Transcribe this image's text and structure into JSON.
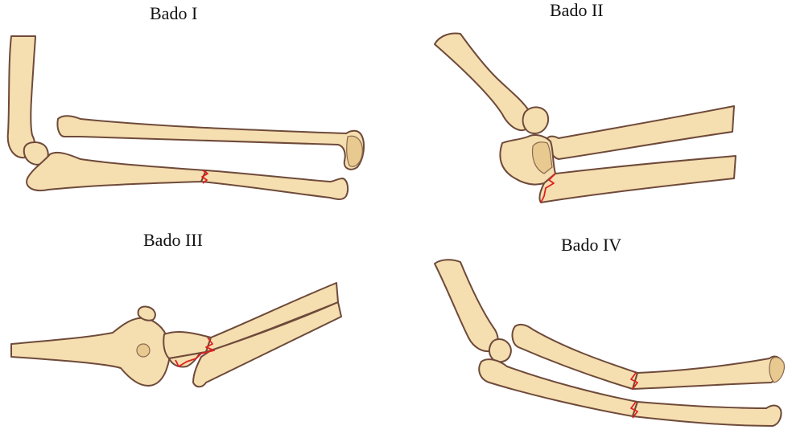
{
  "panels": [
    {
      "title": "Bado I"
    },
    {
      "title": "Bado II"
    },
    {
      "title": "Bado III"
    },
    {
      "title": "Bado IV"
    }
  ]
}
